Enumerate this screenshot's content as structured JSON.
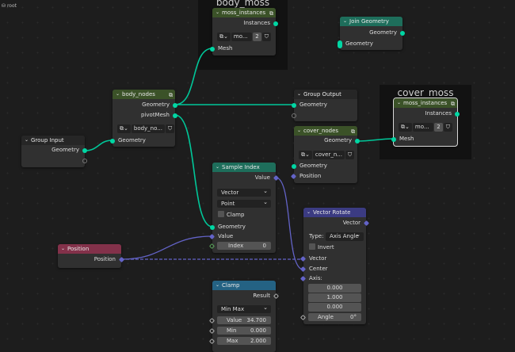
{
  "breadcrumb": "root",
  "colors": {
    "socket_geometry": "#00d6a3",
    "socket_vector": "#6363c7",
    "header_group": "#3b5228",
    "header_geometry": "#1e6e5b",
    "header_vector": "#3b3b82",
    "header_input": "#83314a",
    "header_converter": "#246283"
  },
  "frames": {
    "body_moss": "body_moss",
    "cover_moss": "cover_moss"
  },
  "nodes": {
    "moss_body": {
      "title": "moss_instances",
      "out": "Instances",
      "datablock": "mo...",
      "users": "2",
      "in": "Mesh"
    },
    "join": {
      "title": "Join Geometry",
      "out": "Geometry",
      "in": "Geometry"
    },
    "group_output": {
      "title": "Group Output",
      "in": "Geometry"
    },
    "cover_nodes": {
      "title": "cover_nodes",
      "out": "Geometry",
      "datablock": "cover_n...",
      "in_geo": "Geometry",
      "in_pos": "Position"
    },
    "moss_cover": {
      "title": "moss_instances",
      "out": "Instances",
      "datablock": "mo...",
      "users": "2",
      "in": "Mesh"
    },
    "body_nodes": {
      "title": "body_nodes",
      "out_geo": "Geometry",
      "out_pivot": "pivotMesh",
      "datablock": "body_no...",
      "in": "Geometry"
    },
    "group_input": {
      "title": "Group Input",
      "out": "Geometry"
    },
    "sample_index": {
      "title": "Sample Index",
      "out": "Value",
      "data_type": "Vector",
      "domain": "Point",
      "clamp": "Clamp",
      "in_geo": "Geometry",
      "in_value": "Value",
      "index_label": "Index",
      "index_value": "0"
    },
    "vector_rotate": {
      "title": "Vector Rotate",
      "out": "Vector",
      "type_label": "Type:",
      "type_value": "Axis Angle",
      "invert": "Invert",
      "in_vector": "Vector",
      "in_center": "Center",
      "in_axis": "Axis:",
      "axis": [
        "0.000",
        "1.000",
        "0.000"
      ],
      "angle_label": "Angle",
      "angle_value": "0°"
    },
    "position": {
      "title": "Position",
      "out": "Position"
    },
    "clamp": {
      "title": "Clamp",
      "out": "Result",
      "mode": "Min Max",
      "value_label": "Value",
      "value": "34.700",
      "min_label": "Min",
      "min": "0.000",
      "max_label": "Max",
      "max": "2.000"
    }
  }
}
